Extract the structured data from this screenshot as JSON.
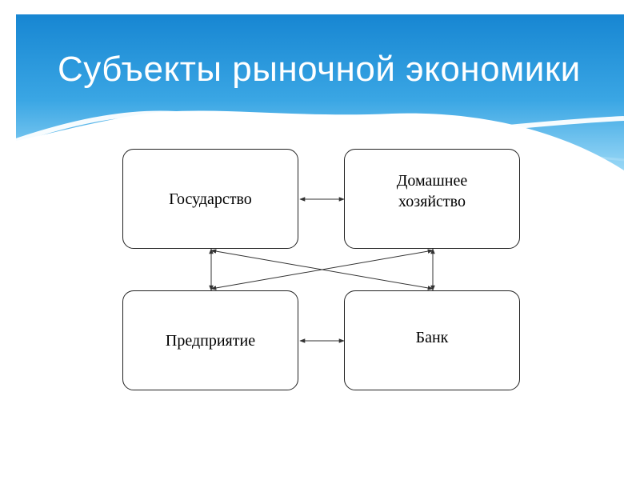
{
  "slide": {
    "title": "Субъекты рыночной экономики"
  },
  "diagram": {
    "nodes": [
      {
        "id": "government",
        "label": "Государство"
      },
      {
        "id": "household",
        "label": "Домашнее хозяйство"
      },
      {
        "id": "enterprise",
        "label": "Предприятие"
      },
      {
        "id": "bank",
        "label": "Банк"
      }
    ],
    "edges": [
      {
        "from": "government",
        "to": "household",
        "bidirectional": true
      },
      {
        "from": "enterprise",
        "to": "bank",
        "bidirectional": true
      },
      {
        "from": "government",
        "to": "enterprise",
        "bidirectional": true
      },
      {
        "from": "household",
        "to": "bank",
        "bidirectional": true
      },
      {
        "from": "government",
        "to": "bank",
        "bidirectional": true
      },
      {
        "from": "household",
        "to": "enterprise",
        "bidirectional": true
      }
    ]
  },
  "colors": {
    "header_top": "#1b8fd6",
    "header_bottom": "#8ed3f4",
    "title_text": "#ffffff",
    "box_border": "#222222",
    "connector": "#333333"
  }
}
